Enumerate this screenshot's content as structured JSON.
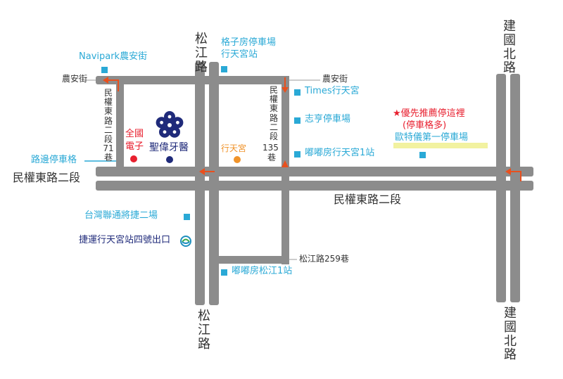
{
  "streets": {
    "songjiang_top": "松江路",
    "songjiang_bottom": "松江路",
    "jianguo_top": "建國北路",
    "jianguo_bottom": "建國北路",
    "nongan_left": "農安街",
    "nongan_right": "農安街",
    "minquan_main": "民權東路二段",
    "minquan_left": "民權東路二段",
    "lane71": "民權東路二段71巷",
    "lane135_a": "民權東路二段",
    "lane135_b": "135",
    "lane135_c": "巷",
    "songjiang_259": "松江路259巷"
  },
  "parking": {
    "navipark": "Navipark農安街",
    "gezifang_1": "格子房停車場",
    "gezifang_2": "行天宮站",
    "times": "Times行天宮",
    "zhiheng": "志亨停車場",
    "dudufang_xtg": "嘟嘟房行天宮1站",
    "roadside": "路邊停車格",
    "taiwan_lianton": "台灣聯通將捷二場",
    "dudufang_sj": "嘟嘟房松江1站",
    "outejie": "歐特儀第一停車場"
  },
  "recommend": {
    "line1": "★優先推薦停這裡",
    "line2": "(停車格多)"
  },
  "landmarks": {
    "quanguo_1": "全國",
    "quanguo_2": "電子",
    "clinic": "聖偉牙醫",
    "temple": "行天宮",
    "mrt_exit": "捷運行天宮站四號出口"
  },
  "colors": {
    "road": "#8c8c8c",
    "parking": "#2aa9d6",
    "arrow": "#e8501e",
    "recommend": "#e8202f",
    "clinic": "#1f2a7a",
    "highlight": "#f2f2a0",
    "temple": "#f0932a"
  }
}
